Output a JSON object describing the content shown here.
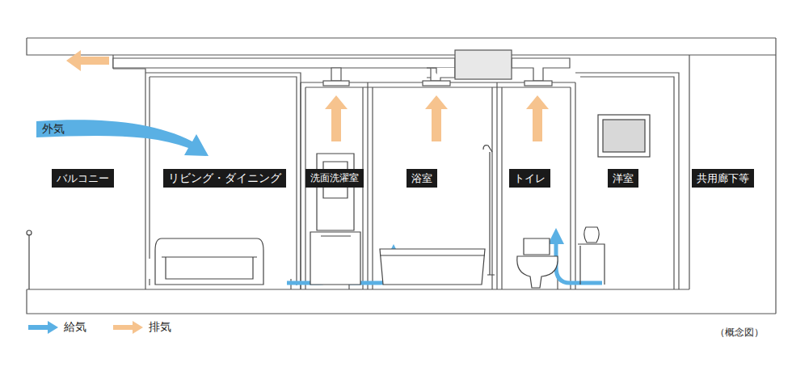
{
  "diagram": {
    "caption": "（概念図）",
    "nodes": [
      {
        "text": [
          "バルコニー"
        ]
      },
      {
        "text": [
          "リビング・ダイニング"
        ]
      },
      {
        "text": [
          "洗面洗濯室"
        ]
      },
      {
        "text": [
          "浴室"
        ]
      },
      {
        "text": [
          "トイレ"
        ]
      },
      {
        "text": [
          "洋室"
        ]
      },
      {
        "text": [
          "共用廊下等"
        ]
      }
    ],
    "labels": [
      "外気"
    ],
    "legend": [
      {
        "text": "給気",
        "color": "#5ab0e4"
      },
      {
        "text": "排気",
        "color": "#f6c38e"
      }
    ]
  }
}
